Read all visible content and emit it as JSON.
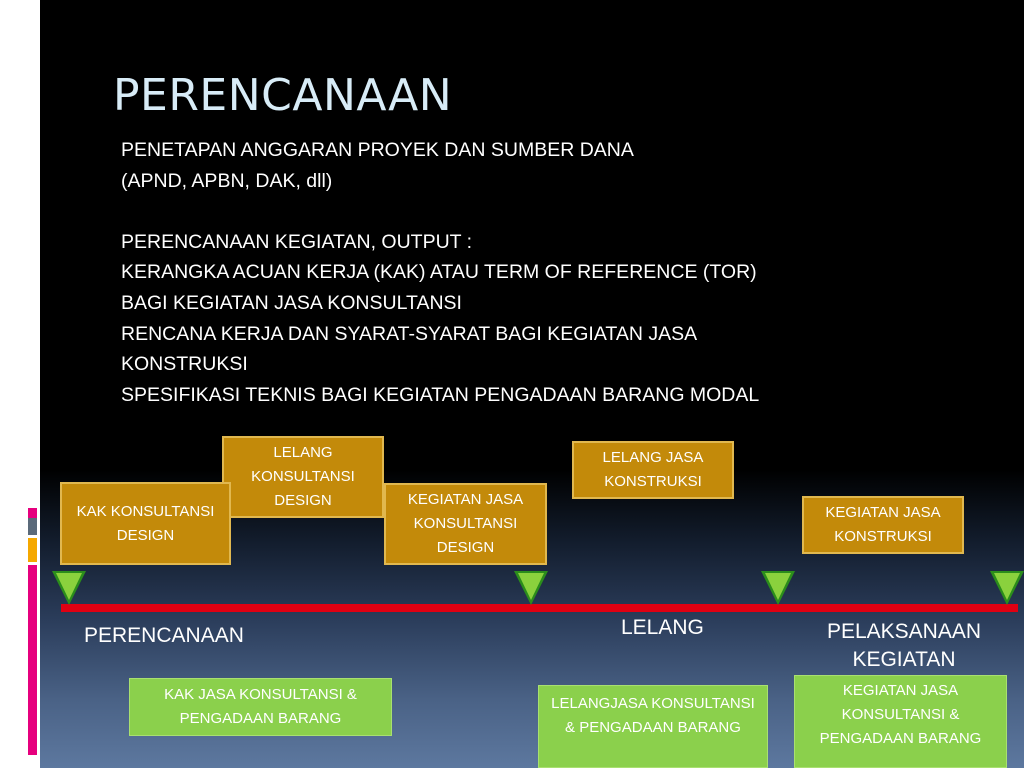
{
  "slide": {
    "title": "PERENCANAAN",
    "body_lines": [
      "PENETAPAN ANGGARAN PROYEK DAN SUMBER DANA",
      "(APND, APBN, DAK, dll)",
      "",
      "PERENCANAAN KEGIATAN, OUTPUT :",
      "KERANGKA ACUAN KERJA (KAK) ATAU TERM OF REFERENCE (TOR)",
      "BAGI KEGIATAN JASA KONSULTANSI",
      "RENCANA KERJA DAN SYARAT-SYARAT BAGI KEGIATAN JASA",
      "KONSTRUKSI",
      "SPESIFIKASI TEKNIS BAGI KEGIATAN PENGADAAN BARANG MODAL"
    ]
  },
  "diagram": {
    "gold_boxes": {
      "kak_konsultansi_design": "KAK KONSULTANSI DESIGN",
      "lelang_konsultansi_design": "LELANG KONSULTANSI DESIGN",
      "kegiatan_jasa_konsultansi_design": "KEGIATAN JASA KONSULTANSI DESIGN",
      "lelang_jasa_konstruksi": "LELANG JASA KONSTRUKSI",
      "kegiatan_jasa_konstruksi": "KEGIATAN JASA KONSTRUKSI"
    },
    "phases": {
      "perencanaan": "PERENCANAAN",
      "lelang": "LELANG",
      "pelaksanaan": "PELAKSANAAN KEGIATAN"
    },
    "green_boxes": {
      "kak_jasa": "KAK JASA KONSULTANSI & PENGADAAN BARANG",
      "lelang_jasa": "LELANGJASA KONSULTANSI & PENGADAAN BARANG",
      "kegiatan_jasa": "KEGIATAN JASA KONSULTANSI & PENGADAAN BARANG"
    }
  },
  "colors": {
    "gold": "#c38a0a",
    "green": "#8bd04c",
    "timeline_red": "#e00012",
    "title": "#d8ecf7",
    "accent_pink": "#e6007e",
    "accent_gray": "#5b6a7a",
    "accent_orange": "#f5a800"
  }
}
